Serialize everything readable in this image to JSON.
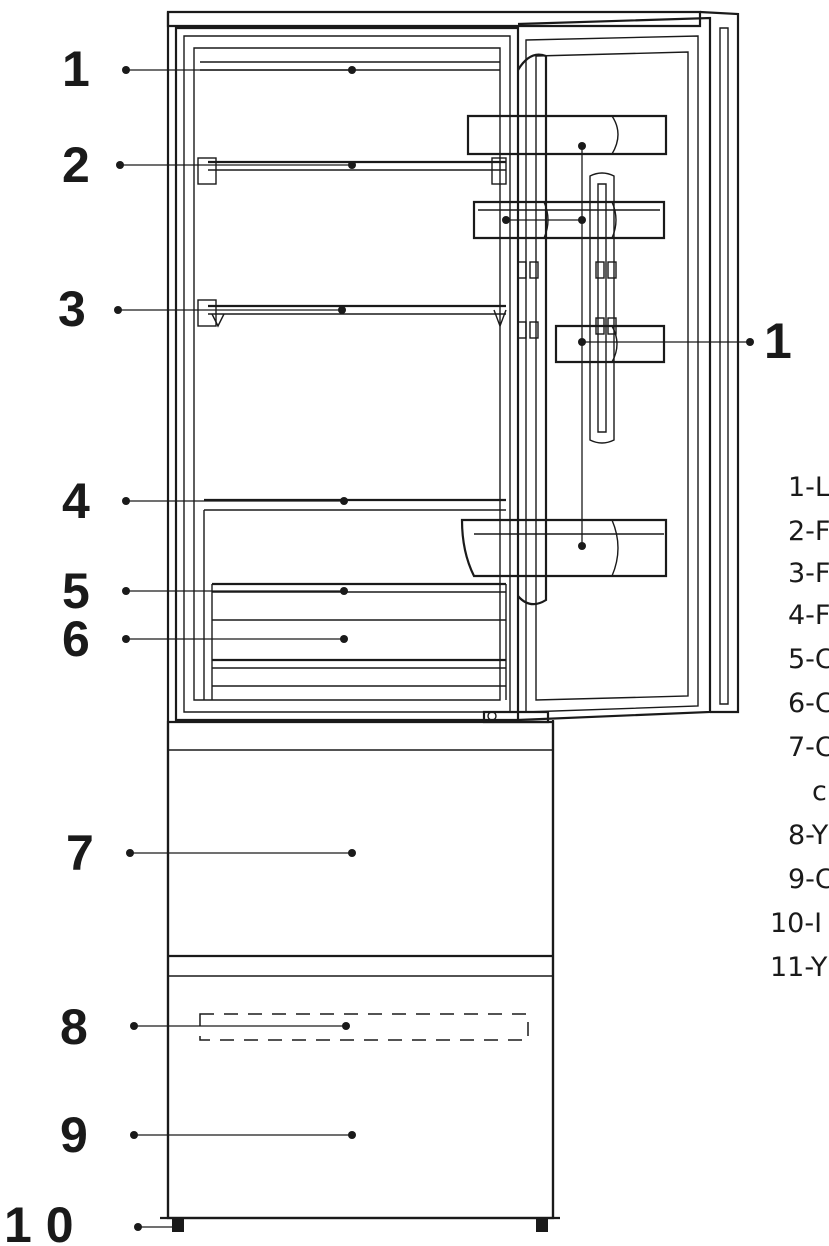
{
  "callouts": [
    {
      "id": "c1",
      "label": "1"
    },
    {
      "id": "c2",
      "label": "2"
    },
    {
      "id": "c3",
      "label": "3"
    },
    {
      "id": "c4",
      "label": "4"
    },
    {
      "id": "c5",
      "label": "5"
    },
    {
      "id": "c6",
      "label": "6"
    },
    {
      "id": "c7",
      "label": "7"
    },
    {
      "id": "c8",
      "label": "8"
    },
    {
      "id": "c9",
      "label": "9"
    },
    {
      "id": "c10",
      "label": "1 0"
    },
    {
      "id": "c1-door",
      "label": "1"
    }
  ],
  "legend": [
    "1-L",
    "2-F",
    "3-F",
    "4-F",
    "5-C",
    "6-C",
    "7-C",
    "c",
    "8-Y",
    "9-C",
    "10-I",
    "11-Y"
  ]
}
